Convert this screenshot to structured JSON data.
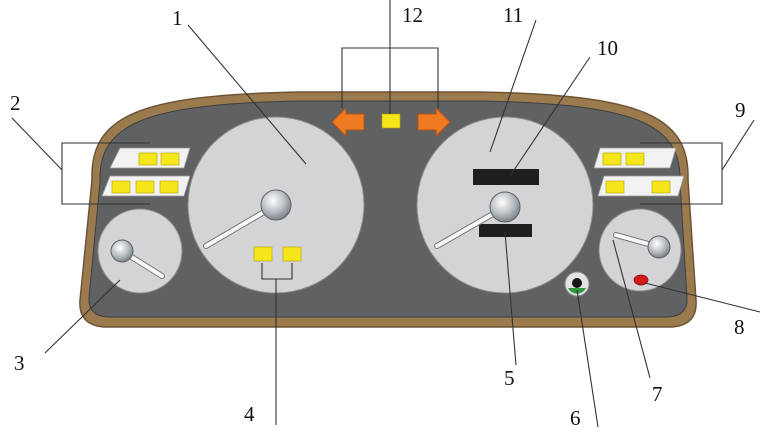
{
  "colors": {
    "bezel": "#9b7a4e",
    "panel": "#5f6163",
    "dial": "#d4d4d6",
    "indicator": "#f5e619",
    "turn_arrow": "#f07a22",
    "display": "#1e1e1e",
    "warning_light": "#d21a1a",
    "leader_line": "#333333"
  },
  "callouts": [
    {
      "id": "1",
      "text": "1"
    },
    {
      "id": "2",
      "text": "2"
    },
    {
      "id": "3",
      "text": "3"
    },
    {
      "id": "4",
      "text": "4"
    },
    {
      "id": "5",
      "text": "5"
    },
    {
      "id": "6",
      "text": "6"
    },
    {
      "id": "7",
      "text": "7"
    },
    {
      "id": "8",
      "text": "8"
    },
    {
      "id": "9",
      "text": "9"
    },
    {
      "id": "10",
      "text": "10"
    },
    {
      "id": "11",
      "text": "11"
    },
    {
      "id": "12",
      "text": "12"
    }
  ],
  "icons": {
    "turn_left": "left-arrow-icon",
    "turn_right": "right-arrow-icon",
    "knob": "reset-knob-icon",
    "warning": "warning-lamp-icon"
  }
}
